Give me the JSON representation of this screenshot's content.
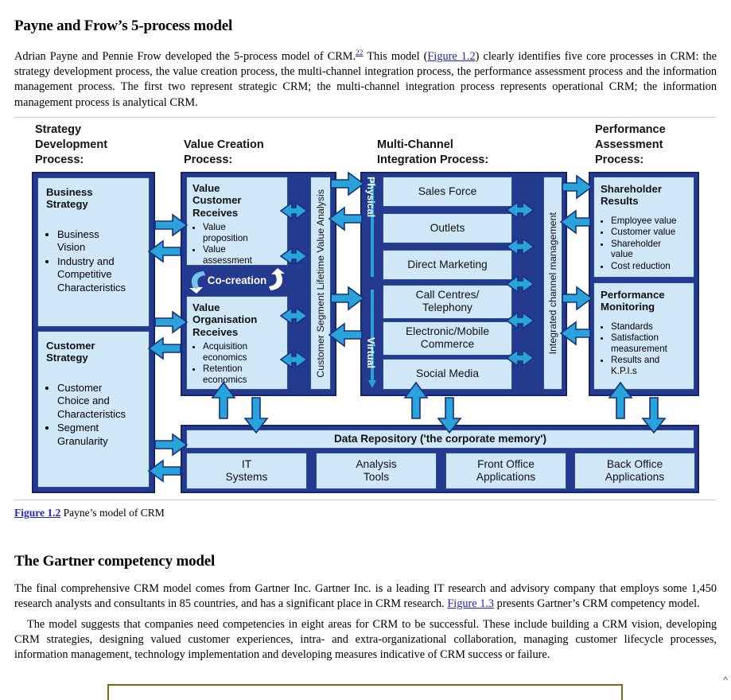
{
  "document": {
    "heading1": "Payne and Frow’s 5-process model",
    "para1_a": "Adrian Payne and Pennie Frow developed the 5-process model of CRM.",
    "para1_fn": "22",
    "para1_b": " This model (",
    "para1_link": "Figure 1.2",
    "para1_c": ") clearly identifies five core processes in CRM: the strategy development process, the value creation process, the multi-channel integration process, the performance assessment process and the information management process. The first two represent strategic CRM; the multi-channel integration process represents operational CRM; the information management process is analytical CRM.",
    "figure_caption_label": "Figure 1.2",
    "figure_caption_text": " Payne’s model of CRM",
    "heading2": "The Gartner competency model",
    "para2_a": "The final comprehensive CRM model comes from Gartner Inc. Gartner Inc. is a leading IT research and advisory company that employs some 1,450 research analysts and consultants in 85 countries, and has a significant place in CRM research. ",
    "para2_link": "Figure 1.3",
    "para2_b": " presents Gartner’s CRM competency model.",
    "para3": "The model suggests that companies need competencies in eight areas for CRM to be successful. These include building a CRM vision, developing CRM strategies, designing valued customer experiences, intra- and extra-organizational collaboration, managing customer lifecycle processes, information management, technology implementation and developing measures indicative of CRM success or failure."
  },
  "colors": {
    "navy_panel": "#233a8e",
    "navy_border": "#16246b",
    "light_blue_box": "#cfe7f7",
    "box_border": "#2d4ba0",
    "arrow_fill": "#29a3dc",
    "arrow_stroke": "#1b2f7a",
    "link": "#2323c8",
    "partial_box_border": "#7a6a16"
  },
  "diagram": {
    "column_titles": [
      {
        "id": "strategy-development",
        "text": "Strategy\nDevelopment\nProcess:"
      },
      {
        "id": "value-creation",
        "text": "Value Creation\nProcess:"
      },
      {
        "id": "multi-channel",
        "text": "Multi-Channel\nIntegration Process:"
      },
      {
        "id": "performance-assessment",
        "text": "Performance\nAssessment\nProcess:"
      }
    ],
    "strategy": {
      "business_strategy": {
        "title": "Business\nStrategy",
        "bullets": [
          "Business\nVision",
          "Industry and\nCompetitive\nCharacteristics"
        ]
      },
      "customer_strategy": {
        "title": "Customer\nStrategy",
        "bullets": [
          "Customer\nChoice and\nCharacteristics",
          "Segment\nGranularity"
        ]
      }
    },
    "value_creation": {
      "customer_receives": {
        "title": "Value\nCustomer\nReceives",
        "bullets": [
          "Value\nproposition",
          "Value\nassessment"
        ]
      },
      "co_creation_label": "Co-creation",
      "organisation_receives": {
        "title": "Value\nOrganisation\nReceives",
        "bullets": [
          "Acquisition\neconomics",
          "Retention\neconomics"
        ]
      },
      "vertical_label": "Customer Segment Lifetime Value Analysis"
    },
    "multi_channel": {
      "axis_top_label": "Physical",
      "axis_bottom_label": "Virtual",
      "channels": [
        "Sales Force",
        "Outlets",
        "Direct Marketing",
        "Call Centres/\nTelephony",
        "Electronic/Mobile\nCommerce",
        "Social Media"
      ],
      "vertical_label": "Integrated channel management"
    },
    "performance": {
      "shareholder_results": {
        "title": "Shareholder\nResults",
        "bullets": [
          "Employee value",
          "Customer value",
          "Shareholder\nvalue",
          "Cost reduction"
        ]
      },
      "performance_monitoring": {
        "title": "Performance\nMonitoring",
        "bullets": [
          "Standards",
          "Satisfaction\nmeasurement",
          "Results and\nK.P.I.s"
        ]
      }
    },
    "information_management": {
      "repository_title": "Data Repository ('the corporate memory')",
      "tiles": [
        "IT\nSystems",
        "Analysis\nTools",
        "Front Office\nApplications",
        "Back Office\nApplications"
      ]
    }
  }
}
